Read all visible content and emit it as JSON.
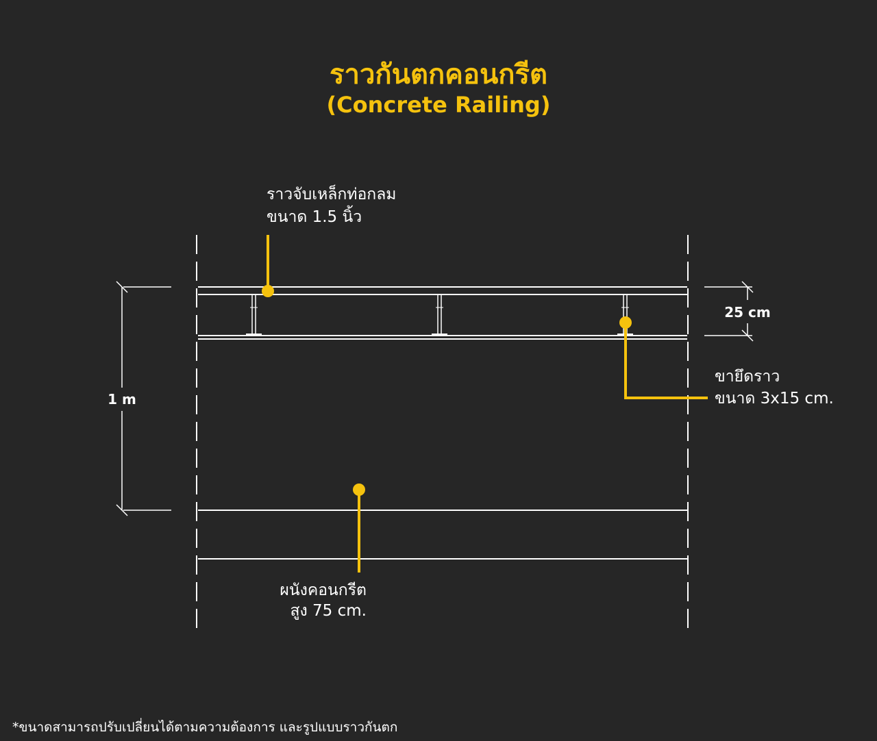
{
  "title": {
    "thai": "ราวกันตกคอนกรีต",
    "english": "(Concrete Railing)"
  },
  "labels": {
    "handrail_line1": "ราวจับเหล็กท่อกลม",
    "handrail_line2": "ขนาด 1.5 นิ้ว",
    "bracket_line1": "ขายึดราว",
    "bracket_line2": "ขนาด 3x15 cm.",
    "wall_line1": "ผนังคอนกรีต",
    "wall_line2": "สูง 75 cm."
  },
  "dimensions": {
    "total_height": "1 m",
    "rail_gap": "25 cm"
  },
  "footnote": "*ขนาดสามารถปรับเปลี่ยนได้ตามความต้องการ และรูปแบบราวกันตก",
  "colors": {
    "background": "#262626",
    "accent": "#f5c20e",
    "line": "#ffffff"
  }
}
